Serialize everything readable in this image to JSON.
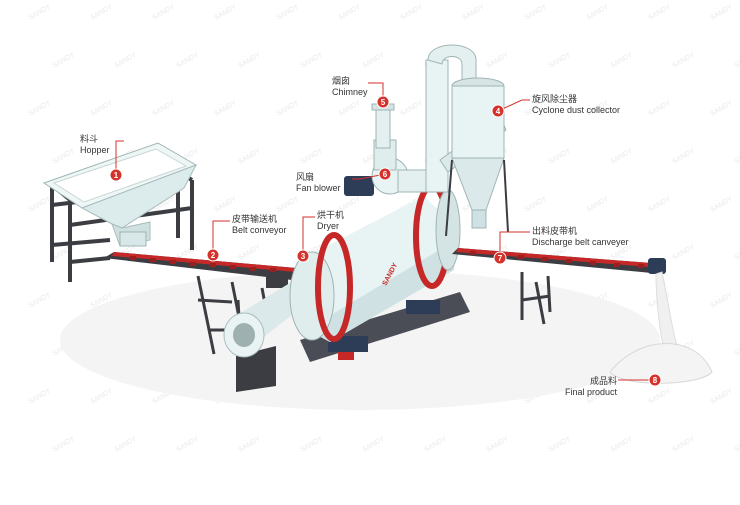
{
  "colors": {
    "background": "#ffffff",
    "machine": "#e8f3f3",
    "machine_shade": "#cfe1e2",
    "steel_frame": "#3b3d42",
    "belt_red": "#c62828",
    "callout_red": "#d6322c",
    "motor_blue": "#2d3d57",
    "product_white": "#f2f2f2"
  },
  "labels": [
    {
      "num": "1",
      "zh": "料斗",
      "en": "Hopper"
    },
    {
      "num": "2",
      "zh": "皮带输送机",
      "en": "Belt conveyor"
    },
    {
      "num": "3",
      "zh": "烘干机",
      "en": "Dryer"
    },
    {
      "num": "4",
      "zh": "旋风除尘器",
      "en": "Cyclone dust collector"
    },
    {
      "num": "5",
      "zh": "烟囱",
      "en": "Chimney"
    },
    {
      "num": "6",
      "zh": "风扇",
      "en": "Fan blower"
    },
    {
      "num": "7",
      "zh": "出料皮带机",
      "en": "Discharge belt canveyer"
    },
    {
      "num": "8",
      "zh": "成品料",
      "en": "Final product"
    }
  ],
  "dryer_brand": "SANDY",
  "watermark": "SANDY"
}
